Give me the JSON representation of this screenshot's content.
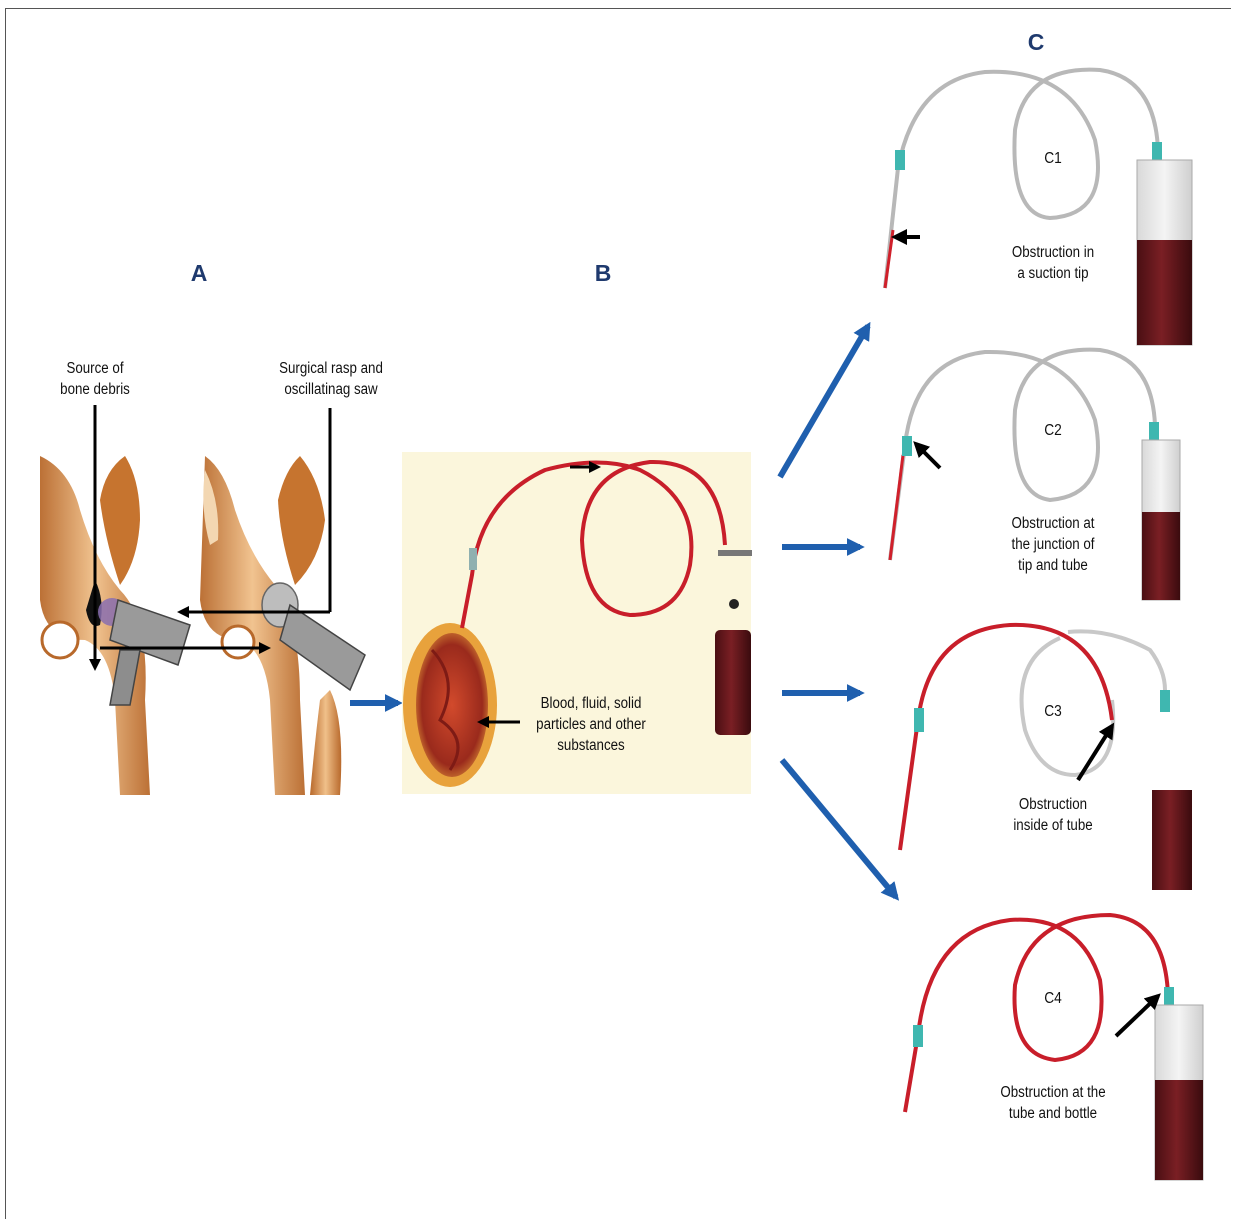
{
  "panels": {
    "a": {
      "letter": "A",
      "label_debris": "Source of\nbone debris",
      "label_tools": "Surgical rasp and\noscillatinag saw"
    },
    "b": {
      "letter": "B",
      "label_wound": "Blood, fluid, solid\nparticles and other\nsubstances"
    },
    "c": {
      "letter": "C",
      "items": [
        {
          "id": "C1",
          "caption": "Obstruction in\na suction tip"
        },
        {
          "id": "C2",
          "caption": "Obstruction at\nthe junction of\ntip and tube"
        },
        {
          "id": "C3",
          "caption": "Obstruction\ninside of tube"
        },
        {
          "id": "C4",
          "caption": "Obstruction at the\ntube and bottle"
        }
      ]
    }
  },
  "colors": {
    "panel_letter": "#1f3a6e",
    "flow_arrow": "#1f5fae",
    "blood": "#6a1a1e",
    "tube_red": "#c81e2a",
    "tube_gray": "#b8b8b8",
    "connector": "#3fb7b0",
    "bone": "#d68a3e"
  }
}
